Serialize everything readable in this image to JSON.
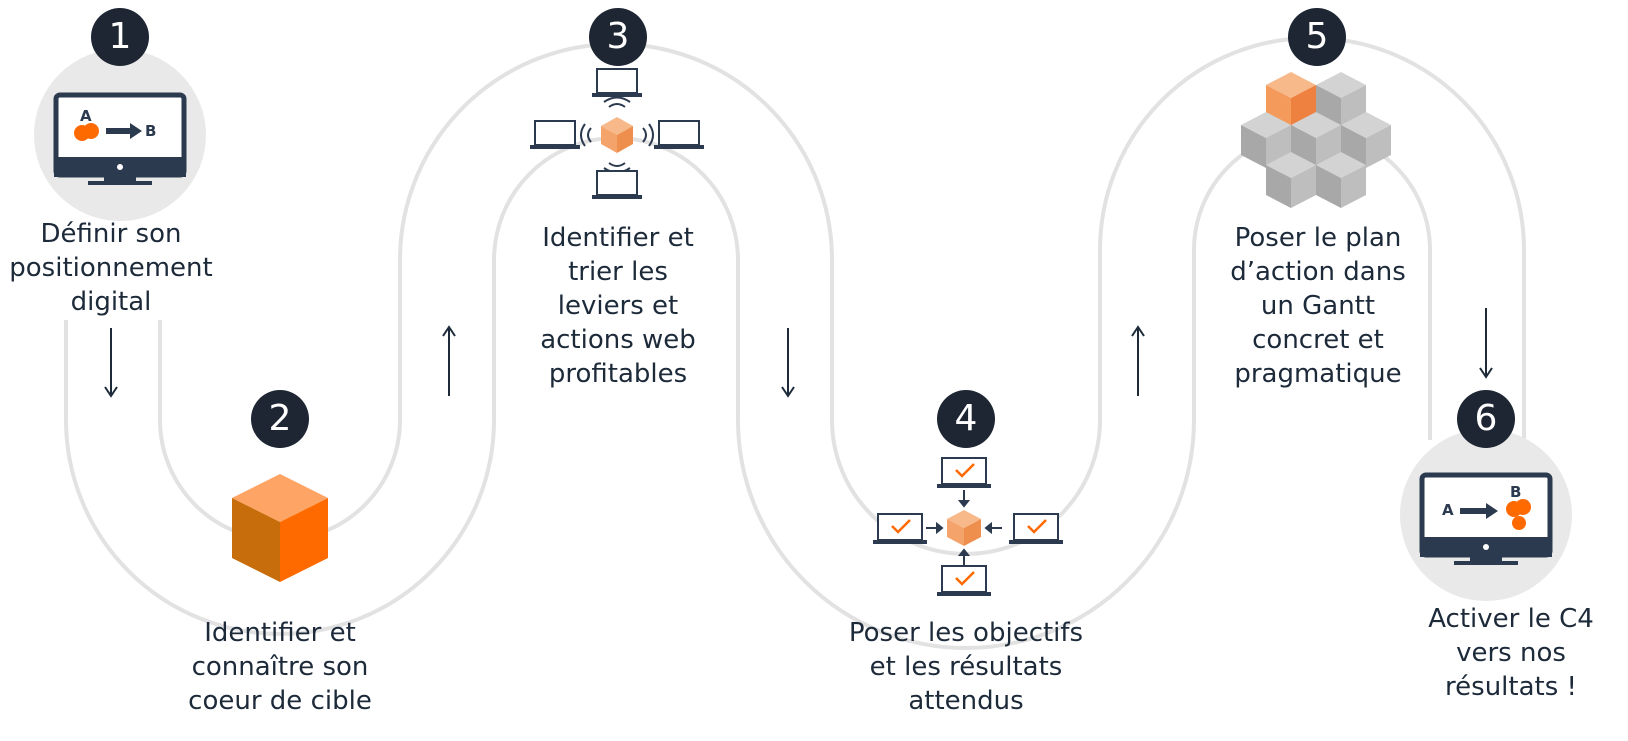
{
  "steps": [
    {
      "number": "1",
      "label": "Définir son\npositionnement\ndigital",
      "icon": "monitor-a-to-b-icon"
    },
    {
      "number": "2",
      "label": "Identifier et\nconnaître son\ncoeur de cible",
      "icon": "orange-cube-icon"
    },
    {
      "number": "3",
      "label": "Identifier et\ntrier les\nleviers et\nactions web\nprofitables",
      "icon": "cube-broadcast-laptops-icon"
    },
    {
      "number": "4",
      "label": "Poser les objectifs\net les résultats\nattendus",
      "icon": "cube-checked-laptops-icon"
    },
    {
      "number": "5",
      "label": "Poser le plan\nd’action dans\nun Gantt\nconcret et\npragmatique",
      "icon": "cube-cluster-icon"
    },
    {
      "number": "6",
      "label": "Activer le C4\nvers nos\nrésultats !",
      "icon": "monitor-a-to-b-icon"
    }
  ],
  "monitor_letters": {
    "a": "A",
    "b": "B"
  },
  "colors": {
    "track": "#e2e2e2",
    "badge": "#1e2633",
    "orange": "#ff6a00",
    "orange_light": "#f4a36b",
    "gray_cube": "#b9b9b9",
    "navy": "#2b3a4e",
    "circle_bg": "#e9e9e9"
  }
}
